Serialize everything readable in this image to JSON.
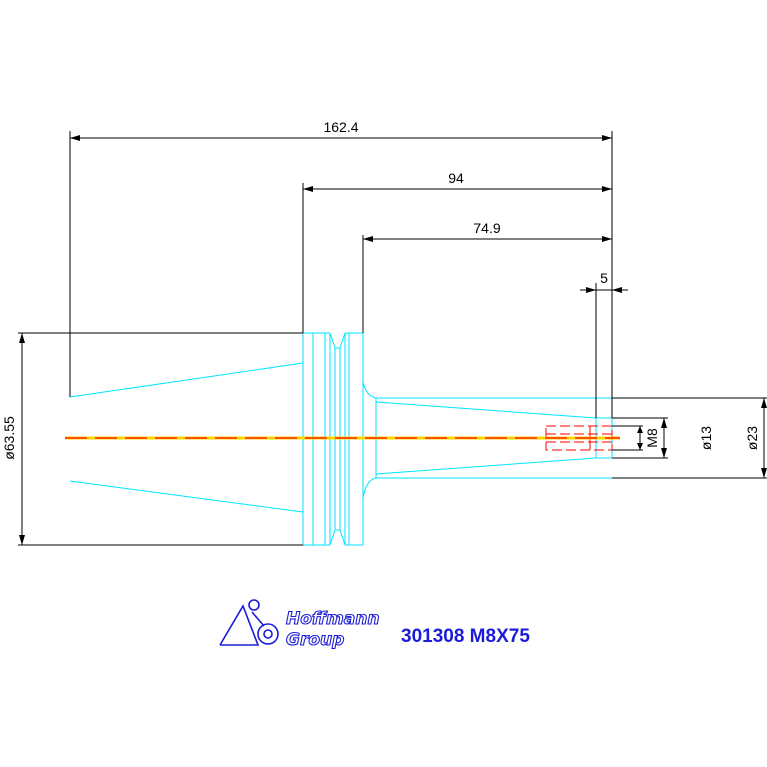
{
  "dimensions": {
    "overall_length": "162.4",
    "to_flange": "94",
    "shank_length": "74.9",
    "pin": "5",
    "thread": "M8",
    "bore_diameter": "ø13",
    "shank_diameter": "ø23",
    "flange_diameter": "ø63.55"
  },
  "logo": {
    "line1": "Hoffmann",
    "line2": "Group"
  },
  "product_code": "301308 M8X75",
  "colors": {
    "part_outline": "#00e5ff",
    "dimension": "#000000",
    "hidden_thread": "#ff0000",
    "centerline": "#ffd700",
    "brand": "#1b1bd8"
  }
}
